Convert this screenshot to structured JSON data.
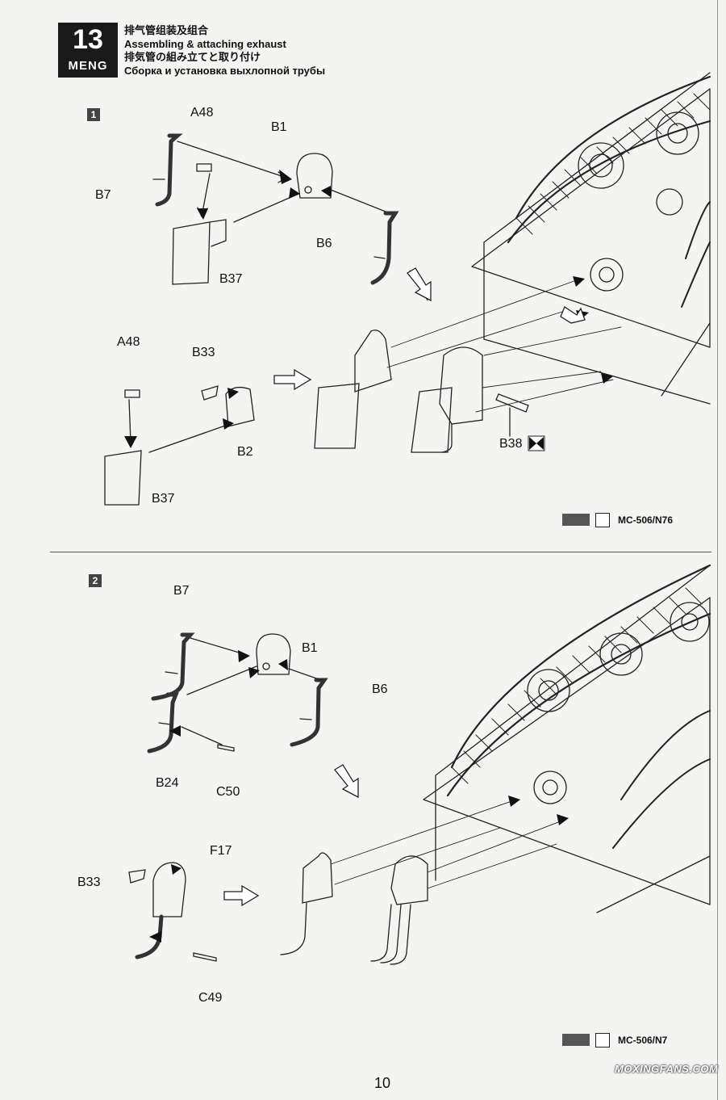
{
  "step": {
    "number": "13",
    "brand": "MENG",
    "title_zh": "排气管组装及组合",
    "title_en": "Assembling & attaching exhaust",
    "title_ja": "排気管の組み立てと取り付け",
    "title_ru": "Сборка и установка выхлопной трубы"
  },
  "substep1": {
    "number": "1",
    "labels": {
      "a48_top": "A48",
      "b1": "B1",
      "b7": "B7",
      "b6": "B6",
      "b37_top": "B37",
      "a48_bottom": "A48",
      "b33": "B33",
      "b2": "B2",
      "b37_bottom": "B37",
      "b38": "B38"
    },
    "paint_code": "MC-506/N76"
  },
  "substep2": {
    "number": "2",
    "labels": {
      "b7": "B7",
      "b1": "B1",
      "b6": "B6",
      "b24": "B24",
      "c50": "C50",
      "f17": "F17",
      "b33": "B33",
      "c49": "C49"
    },
    "paint_code": "MC-506/N7"
  },
  "footer": {
    "page_number": "10",
    "watermark": "MOXINGFANS.COM"
  }
}
